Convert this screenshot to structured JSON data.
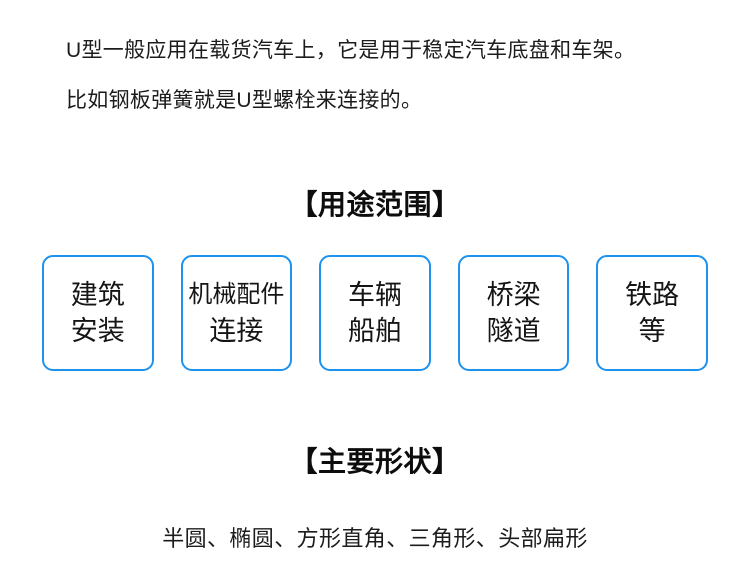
{
  "page": {
    "background_color": "#ffffff",
    "text_color": "#1c1c1c",
    "accent_color": "#1e92ef"
  },
  "intro": {
    "line1": "U型一般应用在载货汽车上，它是用于稳定汽车底盘和车架。",
    "line2": "比如钢板弹簧就是U型螺栓来连接的。"
  },
  "usage_section": {
    "heading": "【用途范围】",
    "boxes": [
      {
        "line1": "建筑",
        "line2": "安装"
      },
      {
        "line1": "机械配件",
        "line2": "连接"
      },
      {
        "line1": "车辆",
        "line2": "船舶"
      },
      {
        "line1": "桥梁",
        "line2": "隧道"
      },
      {
        "line1": "铁路",
        "line2": "等"
      }
    ]
  },
  "shape_section": {
    "heading": "【主要形状】",
    "text": "半圆、椭圆、方形直角、三角形、头部扁形"
  }
}
